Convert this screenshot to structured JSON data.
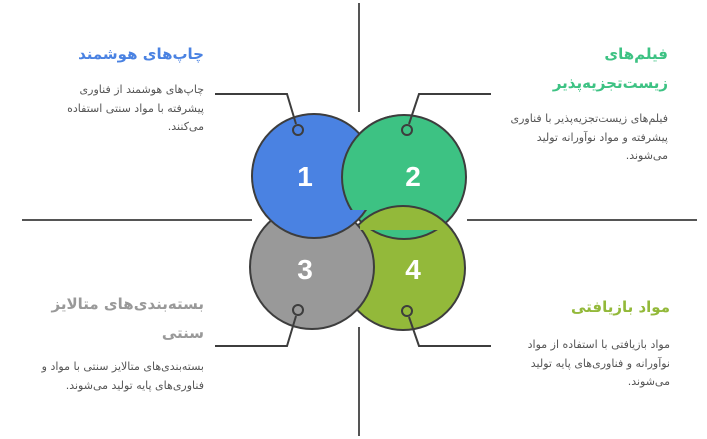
{
  "diagram": {
    "type": "four-circle-interlocking",
    "stroke_color": "#3d3d3d",
    "items": [
      {
        "number": "1",
        "title": "چاپ‌های هوشمند",
        "description": "چاپ‌های هوشمند از فناوری پیشرفته با مواد سنتی استفاده می‌کنند.",
        "color": "#4a82e2",
        "title_color": "#4a82e2"
      },
      {
        "number": "2",
        "title": "فیلم‌های زیست‌تجزیه‌پذیر",
        "description": "فیلم‌های زیست‌تجزیه‌پذیر با فناوری پیشرفته و مواد نوآورانه تولید می‌شوند.",
        "color": "#3dc283",
        "title_color": "#3dc283"
      },
      {
        "number": "3",
        "title": "بسته‌بندی‌های متالایز سنتی",
        "description": "بسته‌بندی‌های متالایز سنتی با مواد و فناوری‌های پایه تولید می‌شوند.",
        "color": "#999999",
        "title_color": "#999999"
      },
      {
        "number": "4",
        "title": "مواد بازیافتی",
        "description": "مواد بازیافتی با استفاده از مواد نوآورانه و فناوری‌های پایه تولید می‌شوند.",
        "color": "#93b93a",
        "title_color": "#93b93a"
      }
    ]
  }
}
